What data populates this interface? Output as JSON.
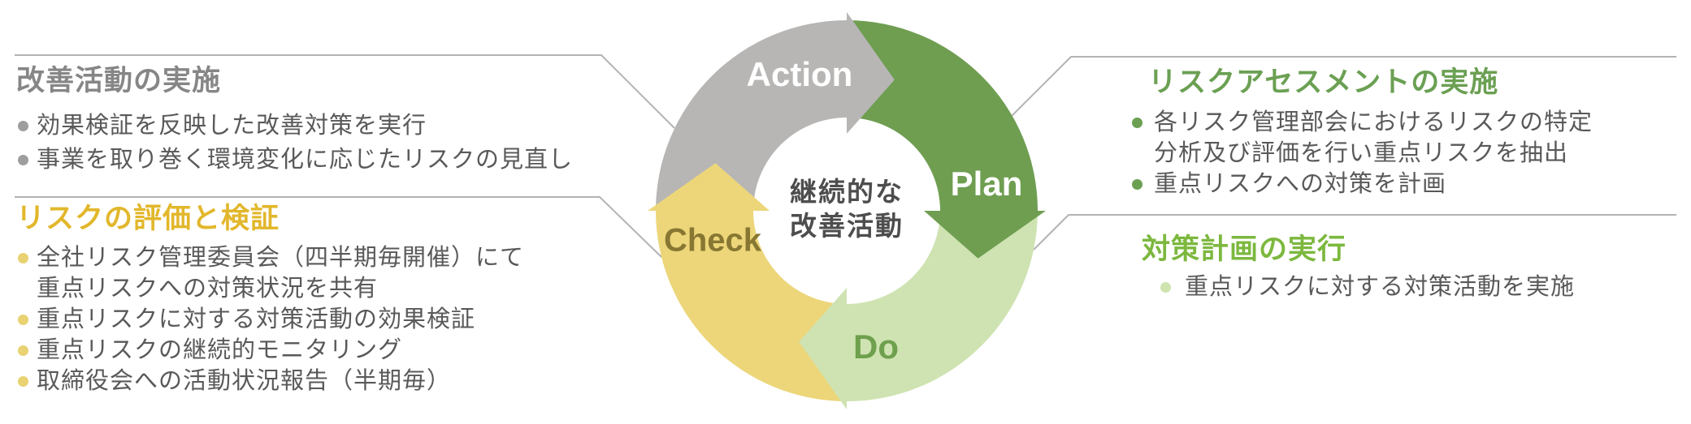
{
  "diagram": {
    "center_label": {
      "line1": "継続的な",
      "line2": "改善活動"
    },
    "center_text_color": "#4d4d4d",
    "connector_line_color": "#b3b3b3",
    "segments": [
      {
        "id": "action",
        "label": "Action",
        "color": "#b7b6b5",
        "label_color": "#ffffff"
      },
      {
        "id": "plan",
        "label": "Plan",
        "color": "#6f9e51",
        "label_color": "#ffffff"
      },
      {
        "id": "do",
        "label": "Do",
        "color": "#cfe3b2",
        "label_color": "#6fa04e"
      },
      {
        "id": "check",
        "label": "Check",
        "color": "#ecd679",
        "label_color": "#877732"
      }
    ]
  },
  "panels": {
    "action": {
      "title": "改善活動の実施",
      "title_color": "#868686",
      "bullet_color": "#9e9e9e",
      "bullets": [
        {
          "lines": [
            "効果検証を反映した改善対策を実行"
          ]
        },
        {
          "lines": [
            "事業を取り巻く環境変化に応じたリスクの見直し"
          ]
        }
      ]
    },
    "check": {
      "title": "リスクの評価と検証",
      "title_color": "#e2b72b",
      "bullet_color": "#e9d272",
      "bullets": [
        {
          "lines": [
            "全社リスク管理委員会（四半期毎開催）にて",
            "重点リスクへの対策状況を共有"
          ]
        },
        {
          "lines": [
            "重点リスクに対する対策活動の効果検証"
          ]
        },
        {
          "lines": [
            "重点リスクの継続的モニタリング"
          ]
        },
        {
          "lines": [
            "取締役会への活動状況報告（半期毎）"
          ]
        }
      ]
    },
    "plan": {
      "title": "リスクアセスメントの実施",
      "title_color": "#6ba053",
      "bullet_color": "#6ba053",
      "bullets": [
        {
          "lines": [
            "各リスク管理部会におけるリスクの特定",
            "分析及び評価を行い重点リスクを抽出"
          ]
        },
        {
          "lines": [
            "重点リスクへの対策を計画"
          ]
        }
      ]
    },
    "do": {
      "title": "対策計画の実行",
      "title_color": "#7cb83e",
      "bullet_color": "#cfe3ae",
      "bullets": [
        {
          "lines": [
            "重点リスクに対する対策活動を実施"
          ]
        }
      ]
    }
  }
}
